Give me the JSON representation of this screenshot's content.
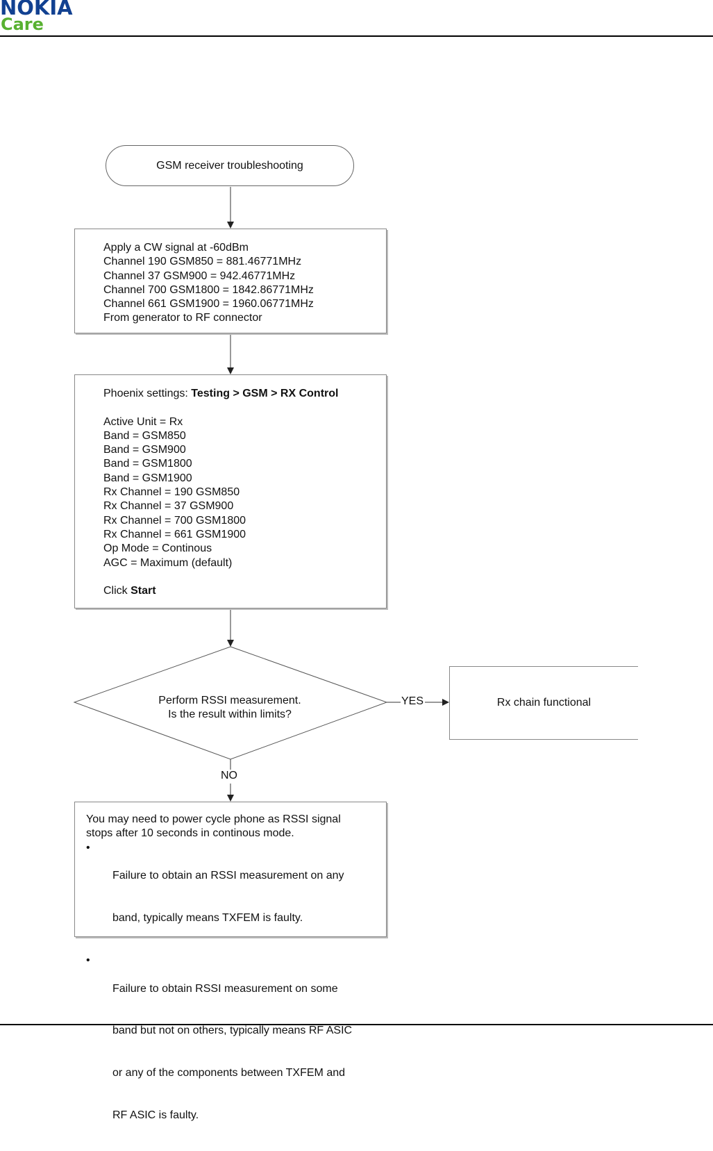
{
  "header": {
    "brand": "NOKIA",
    "brand_sub": "Care",
    "brand_color": "#124191",
    "sub_color": "#58b131"
  },
  "flowchart": {
    "start": "GSM receiver troubleshooting",
    "signal_step": {
      "lines": [
        "Apply a CW signal at -60dBm",
        "Channel 190 GSM850 = 881.46771MHz",
        "Channel 37 GSM900 = 942.46771MHz",
        "Channel 700 GSM1800 = 1842.86771MHz",
        "Channel 661 GSM1900 = 1960.06771MHz",
        "From generator to RF connector"
      ]
    },
    "settings_step": {
      "heading_prefix": "Phoenix settings: ",
      "heading_path": "Testing > GSM > RX Control",
      "lines": [
        "Active Unit = Rx",
        "Band = GSM850",
        "Band = GSM900",
        "Band = GSM1800",
        "Band = GSM1900",
        "Rx Channel = 190 GSM850",
        "Rx Channel = 37 GSM900",
        "Rx Channel = 700 GSM1800",
        "Rx Channel = 661 GSM1900",
        "Op Mode = Continous",
        "AGC = Maximum (default)"
      ],
      "click_prefix": "Click ",
      "click_action": "Start"
    },
    "decision": {
      "line1": "Perform RSSI measurement.",
      "line2": "Is the result within limits?",
      "yes": "YES",
      "no": "NO"
    },
    "yes_result": "Rx chain functional",
    "no_step": {
      "intro_lines": [
        "You may need to power cycle phone as RSSI signal",
        "stops after 10 seconds in continous mode."
      ],
      "bullet_glyph": "•",
      "bullets": [
        {
          "lines": [
            "Failure to obtain an RSSI measurement on any",
            "band, typically means TXFEM is faulty."
          ]
        },
        {
          "lines": [
            "Failure to obtain RSSI measurement on some",
            "band but not on others, typically means RF ASIC",
            "or any of the components between TXFEM and",
            "RF ASIC is faulty."
          ]
        }
      ]
    }
  }
}
